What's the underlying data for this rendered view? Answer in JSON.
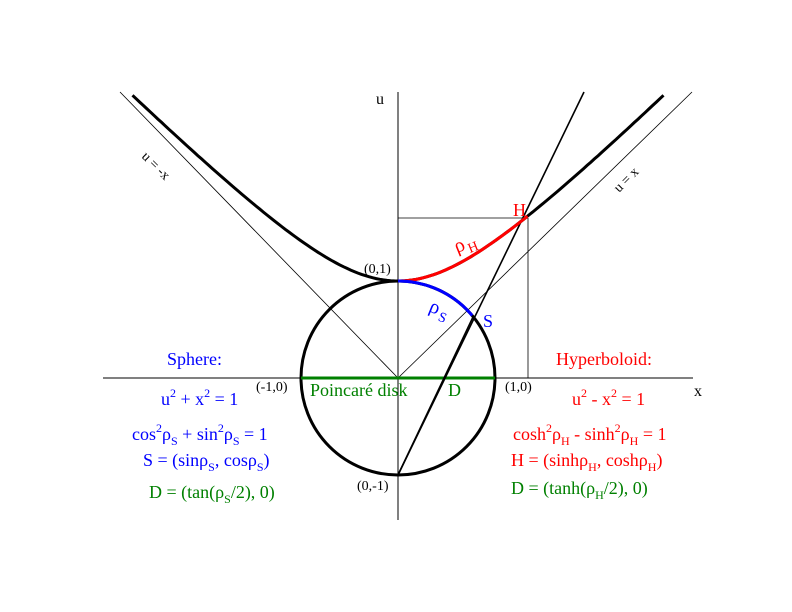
{
  "axes": {
    "u_label": "u",
    "x_label": "x"
  },
  "asymptotes": {
    "left": "u = -x",
    "right": "u = x"
  },
  "points": {
    "top": "(0,1)",
    "left": "(-1,0)",
    "right": "(1,0)",
    "bottom": "(0,-1)",
    "H": "H",
    "S": "S",
    "D": "D"
  },
  "arcs": {
    "rho_H": {
      "base": "ρ",
      "sub": "H"
    },
    "rho_S": {
      "base": "ρ",
      "sub": "S"
    }
  },
  "disk_label": "Poincaré disk",
  "sphere": {
    "title": "Sphere:",
    "eq1": {
      "a": "u",
      "a_sup": "2",
      "b": " + x",
      "b_sup": "2",
      "c": " = 1"
    },
    "eq2": {
      "a": "cos",
      "a_sup": "2",
      "b": "ρ",
      "b_sub": "S",
      "c": " + sin",
      "c_sup": "2",
      "d": "ρ",
      "d_sub": "S",
      "e": " = 1"
    },
    "eq3": {
      "a": "S = (sinρ",
      "a_sub": "S",
      "b": ", cosρ",
      "b_sub": "S",
      "c": ")"
    },
    "eq4": {
      "a": "D = (tan(ρ",
      "a_sub": "S",
      "b": "/2), 0)"
    }
  },
  "hyperboloid": {
    "title": "Hyperboloid:",
    "eq1": {
      "a": "u",
      "a_sup": "2",
      "b": " - x",
      "b_sup": "2",
      "c": " = 1"
    },
    "eq2": {
      "a": "cosh",
      "a_sup": "2",
      "b": "ρ",
      "b_sub": "H",
      "c": " - sinh",
      "c_sup": "2",
      "d": "ρ",
      "d_sub": "H",
      "e": " = 1"
    },
    "eq3": {
      "a": "H = (sinhρ",
      "a_sub": "H",
      "b": ", coshρ",
      "b_sub": "H",
      "c": ")"
    },
    "eq4": {
      "a": "D = (tanh(ρ",
      "a_sub": "H",
      "b": "/2), 0)"
    }
  },
  "colors": {
    "sphere": "#0000ff",
    "hyperboloid": "#ff0000",
    "disk": "#008000",
    "ink": "#000000"
  }
}
